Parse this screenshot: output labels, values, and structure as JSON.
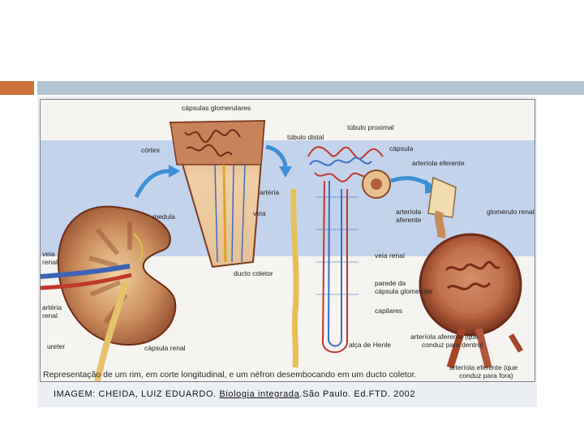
{
  "slide": {
    "accent_color": "#d2703a",
    "rule_color": "#b2c2d0",
    "panel_color": "#eceff4",
    "band_color": "#c4d3ec"
  },
  "figure": {
    "labels": {
      "capsulas_glomerulares": "cápsulas glomerulares",
      "cortex": "córtex",
      "arteria": "artéria",
      "medula": "medula",
      "veia": "veia",
      "ducto_coletor": "ducto coletor",
      "veia_renal_1": "veia",
      "veia_renal_2": "renal",
      "arteria_renal_1": "artéria",
      "arteria_renal_2": "renal",
      "ureter": "ureter",
      "capsula_renal": "cápsula renal",
      "tubulo_distal": "túbulo distal",
      "tubulo_proximal": "túbulo proximal",
      "capsula": "cápsula",
      "arteriola_eferente": "arteríola eferente",
      "arteriola_1": "arteríola",
      "aferente": "aferente",
      "glomerulo_renal": "glomérulo renal",
      "veia_renal_n": "veia renal",
      "parede_da": "parede da",
      "capsula_glomerular": "cápsula glomerular",
      "capilares": "capilares",
      "alca_de_henle": "alça de Henle",
      "arteriola_aferente_1": "arteríola aferente (que",
      "arteriola_aferente_2": "conduz para dentro)",
      "arteriola_eferente_1": "arteríola eferente (que",
      "arteriola_eferente_2": "conduz para fora)"
    },
    "caption": "Representação de um rim, em corte longitudinal, e um néfron desembocando em um ducto coletor."
  },
  "credit": {
    "prefix": "IMAGEM: CHEIDA, LUIZ EDUARDO. ",
    "book": "Biologia integrada",
    "suffix": ".São Paulo. Ed.FTD. 2002"
  }
}
